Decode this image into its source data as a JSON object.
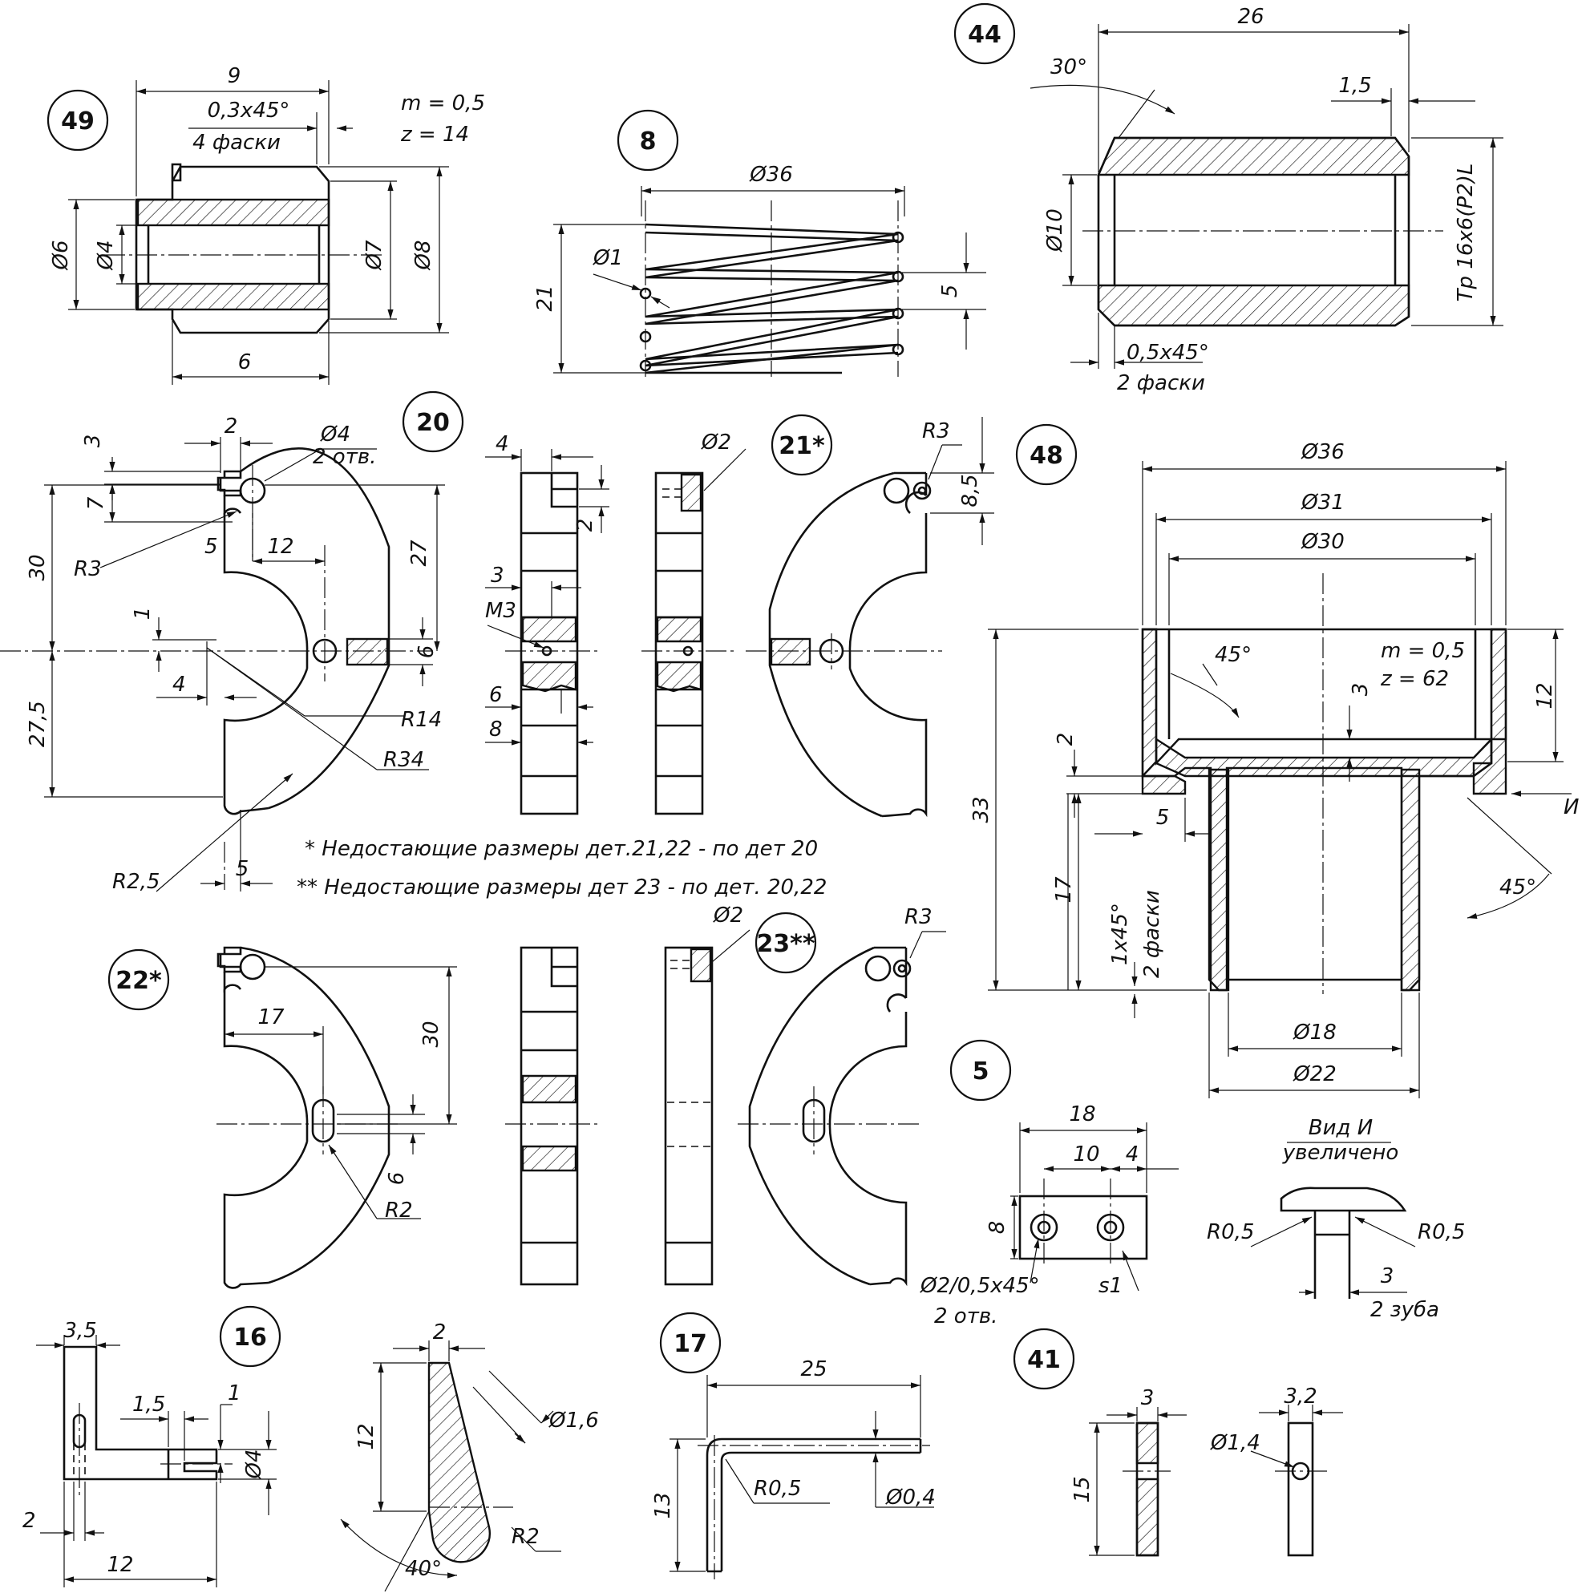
{
  "parts": {
    "p49": {
      "label": "49",
      "dims": {
        "len9": "9",
        "chamfer": "0,3x45°",
        "chamfer_count": "4 фаски",
        "m": "m = 0,5",
        "z": "z = 14",
        "d6": "Ø6",
        "d4": "Ø4",
        "d7": "Ø7",
        "d8": "Ø8",
        "len6": "6"
      }
    },
    "p8": {
      "label": "8",
      "dims": {
        "d36": "Ø36",
        "d1": "Ø1",
        "h21": "21",
        "pitch5": "5"
      }
    },
    "p44": {
      "label": "44",
      "dims": {
        "len26": "26",
        "angle30": "30°",
        "len1_5": "1,5",
        "d10": "Ø10",
        "thread": "Tp 16x6(P2)L",
        "chamfer": "0,5x45°",
        "chamfer_count": "2 фаски"
      }
    },
    "p20": {
      "label": "20",
      "dims": {
        "w2": "2",
        "hole": "Ø4",
        "hole_count": "2 отв.",
        "h3": "3",
        "h7": "7",
        "r3": "R3",
        "w5": "5",
        "w12": "12",
        "h30": "30",
        "h27": "27",
        "h1": "1",
        "w4": "4",
        "h6": "6",
        "h27_5": "27,5",
        "r14": "R14",
        "r34": "R34",
        "r2_5": "R2,5",
        "w5b": "5"
      }
    },
    "side20": {
      "dims": {
        "w4": "4",
        "h2": "2",
        "w3": "3",
        "thread": "M3",
        "w6": "6",
        "w8": "8"
      }
    },
    "side21": {
      "dims": {
        "d2": "Ø2"
      }
    },
    "p21": {
      "label": "21*",
      "dims": {
        "r3": "R3",
        "h8_5": "8,5"
      }
    },
    "notes": {
      "note1": "* Недостающие размеры дет.21,22 - по дет 20",
      "note2": "** Недостающие размеры дет 23 - по дет. 20,22"
    },
    "p22": {
      "label": "22*",
      "dims": {
        "w17": "17",
        "h30": "30",
        "h6": "6",
        "r2": "R2"
      }
    },
    "side23": {
      "dims": {
        "d2": "Ø2"
      }
    },
    "p23": {
      "label": "23**",
      "dims": {
        "r3": "R3"
      }
    },
    "p48": {
      "label": "48",
      "dims": {
        "d36": "Ø36",
        "d31": "Ø31",
        "d30": "Ø30",
        "angle45": "45°",
        "m": "m = 0,5",
        "z": "z = 62",
        "h3": "3",
        "h12": "12",
        "h2": "2",
        "h33": "33",
        "w5": "5",
        "view_arrow": "И",
        "h17": "17",
        "angle45b": "45°",
        "chamfer": "1x45°",
        "chamfer_count": "2 фаски",
        "d18": "Ø18",
        "d22": "Ø22"
      }
    },
    "p5": {
      "label": "5",
      "dims": {
        "w18": "18",
        "w10": "10",
        "w4": "4",
        "h8": "8",
        "hole": "Ø2/0,5x45°",
        "hole_count": "2 отв.",
        "s1": "s1"
      }
    },
    "viewI": {
      "title": "Вид И",
      "subtitle": "увеличено",
      "r05a": "R0,5",
      "r05b": "R0,5",
      "w3": "3",
      "teeth": "2 зуба"
    },
    "p16": {
      "label": "16",
      "dims": {
        "w3_5": "3,5",
        "w1_5": "1,5",
        "w1": "1",
        "d4": "Ø4",
        "w2": "2",
        "w12": "12"
      }
    },
    "hook": {
      "dims": {
        "w2": "2",
        "h12": "12",
        "d1_6": "Ø1,6",
        "r2": "R2",
        "angle40": "40°"
      }
    },
    "p17": {
      "label": "17",
      "dims": {
        "w25": "25",
        "h13": "13",
        "r0_5": "R0,5",
        "d0_4": "Ø0,4"
      }
    },
    "p41": {
      "label": "41",
      "dims": {
        "w3": "3",
        "h15": "15",
        "w3_2": "3,2",
        "d1_4": "Ø1,4"
      }
    }
  }
}
